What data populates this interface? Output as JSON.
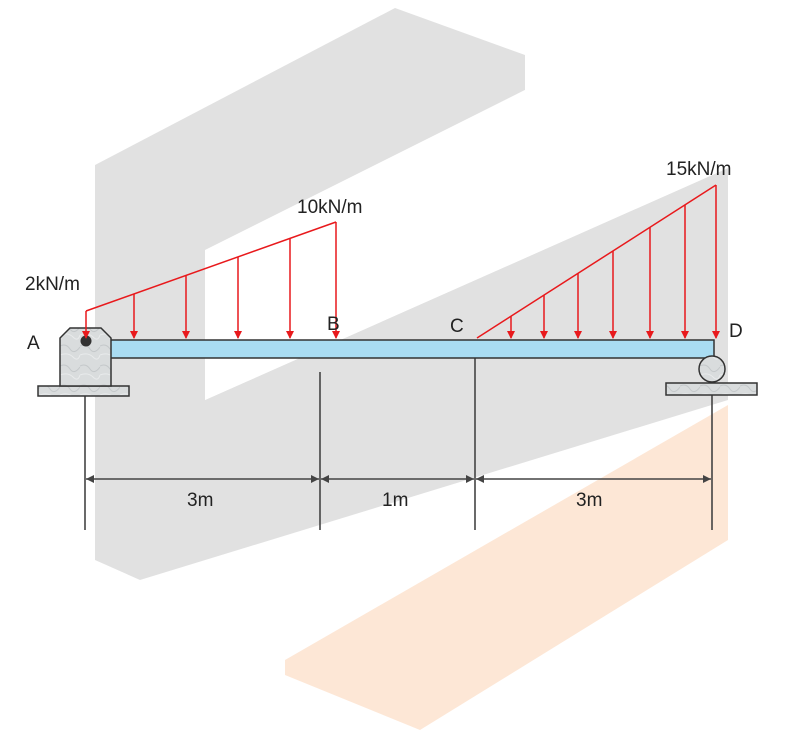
{
  "labels": {
    "point_a": "A",
    "point_b": "B",
    "point_c": "C",
    "point_d": "D"
  },
  "loads": {
    "load_ab_start": "2kN/m",
    "load_ab_end": "10kN/m",
    "load_cd_end": "15kN/m"
  },
  "dimensions": {
    "span_ab": "3m",
    "span_bc": "1m",
    "span_cd": "3m"
  },
  "colors": {
    "beam_fill": "#a9dcf2",
    "beam_stroke": "#333333",
    "load_color": "#e8191c",
    "dimension_color": "#444444",
    "support_fill": "#d9dcdd",
    "watermark_gray": "#dcdcdc",
    "watermark_orange": "#fde3cf"
  },
  "icons": {
    "support_a": "pin-support-icon",
    "support_d": "roller-support-icon"
  }
}
